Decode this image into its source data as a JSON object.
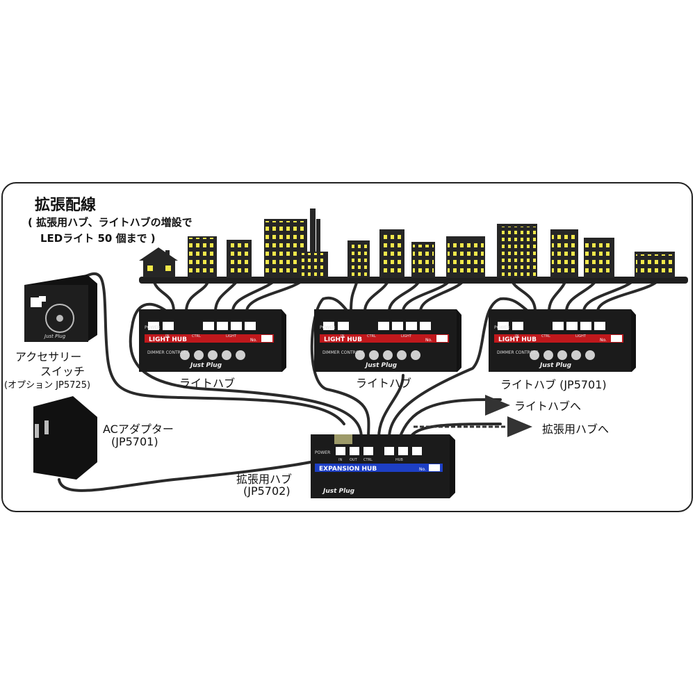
{
  "title": "拡張配線",
  "subtitle_line1": "( 拡張用ハブ、ライトハブの増設で",
  "subtitle_line2": "LEDライト 50 個まで )",
  "accessory_switch": {
    "line1": "アクセサリー",
    "line2": "スイッチ",
    "line3": "(オプション JP5725)",
    "brand": "Just Plug"
  },
  "ac_adapter": {
    "line1": "ACアダプター",
    "line2": "(JP5701)"
  },
  "light_hubs": [
    {
      "caption": "ライトハブ"
    },
    {
      "caption": "ライトハブ"
    },
    {
      "caption": "ライトハブ (JP5701)"
    }
  ],
  "light_hub_panel": {
    "power": "POWER",
    "in": "IN",
    "ctrl": "CTRL",
    "light": "LIGHT",
    "name": "LIGHT HUB",
    "no": "No.",
    "dimmer": "DIMMER CONTROLS",
    "brand": "Just Plug"
  },
  "expansion_hub": {
    "caption_line1": "拡張用ハブ",
    "caption_line2": "(JP5702)",
    "power": "POWER",
    "in": "IN",
    "out": "OUT",
    "ctrl": "CTRL",
    "hub": "HUB",
    "name": "EXPANSION HUB",
    "no": "No.",
    "brand": "Just Plug"
  },
  "arrows": {
    "to_light_hub": "ライトハブへ",
    "to_expansion_hub": "拡張用ハブへ"
  },
  "colors": {
    "light_hub_bar": "#c0181c",
    "expansion_hub_bar": "#1d3fc4",
    "window_light": "#f2e84a",
    "building": "#262626"
  }
}
